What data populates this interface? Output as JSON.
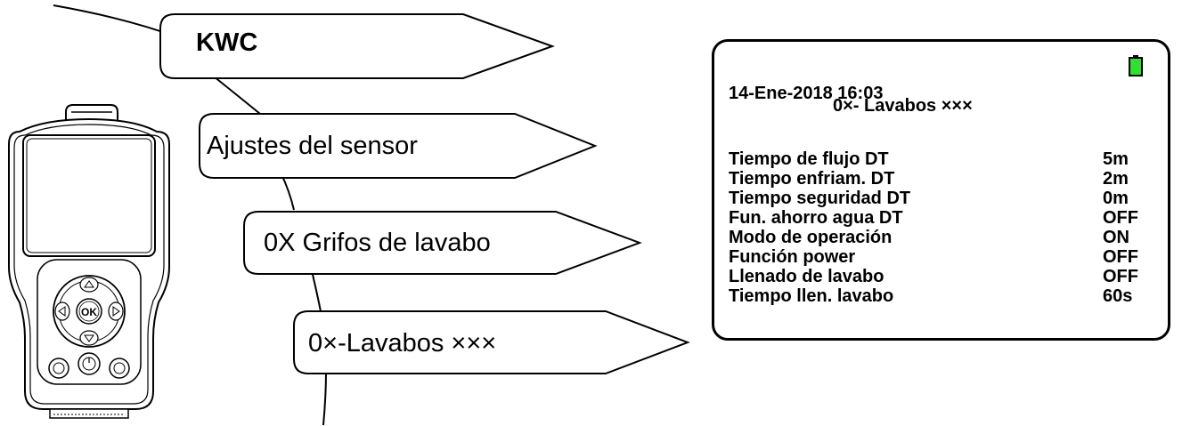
{
  "menu": {
    "level1": "KWC",
    "level2": "Ajustes del sensor",
    "level3": "0X Grifos de lavabo",
    "level4": "0×-Lavabos ×××"
  },
  "device": {
    "button_ok": "OK"
  },
  "screen": {
    "datetime": "14-Ene-2018 16:03",
    "subtitle": "0×- Lavabos ×××",
    "battery_color": "#33dd33",
    "rows": [
      {
        "label": "Tiempo de flujo DT",
        "value": "5m"
      },
      {
        "label": "Tiempo enfriam. DT",
        "value": "2m"
      },
      {
        "label": "Tiempo seguridad DT",
        "value": "0m"
      },
      {
        "label": "Fun. ahorro agua DT",
        "value": "OFF"
      },
      {
        "label": "Modo de operación",
        "value": "ON"
      },
      {
        "label": "Función power",
        "value": "OFF"
      },
      {
        "label": "Llenado de lavabo",
        "value": "OFF"
      },
      {
        "label": "Tiempo llen. lavabo",
        "value": "60s"
      }
    ]
  }
}
